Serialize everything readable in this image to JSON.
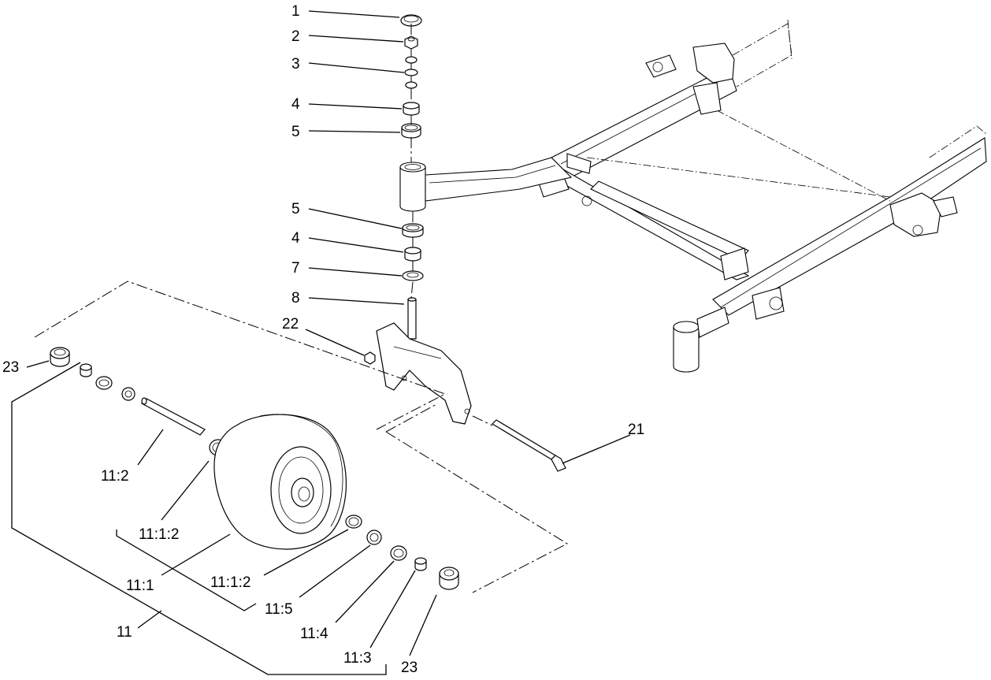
{
  "labels": {
    "l1": "1",
    "l2": "2",
    "l3": "3",
    "l4a": "4",
    "l5a": "5",
    "l5b": "5",
    "l4b": "4",
    "l7": "7",
    "l8": "8",
    "l22": "22",
    "l21": "21",
    "l23a": "23",
    "l23b": "23",
    "l11_2": "11:2",
    "l11_1_2a": "11:1:2",
    "l11_1": "11:1",
    "l11_1_2b": "11:1:2",
    "l11_5": "11:5",
    "l11_4": "11:4",
    "l11_3": "11:3",
    "l11": "11"
  }
}
